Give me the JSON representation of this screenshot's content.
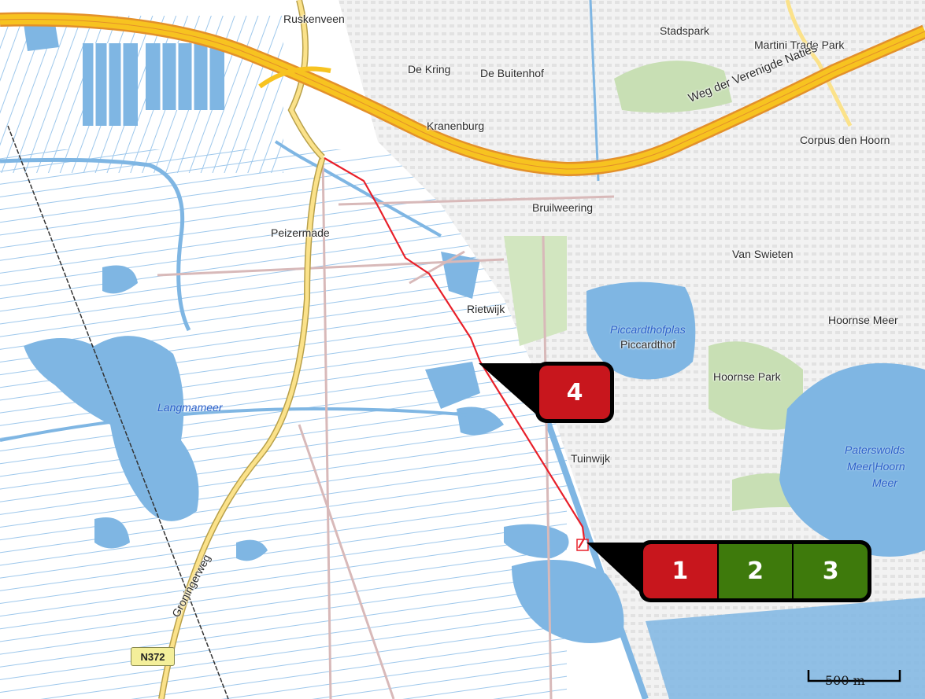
{
  "places": {
    "ruskenveen": "Ruskenveen",
    "stadspark": "Stadspark",
    "martini_trade_park": "Martini Trade Park",
    "de_kring": "De Kring",
    "de_buitenhof": "De Buitenhof",
    "kranenburg": "Kranenburg",
    "corpus_den_hoorn": "Corpus den Hoorn",
    "bruilweering": "Bruilweering",
    "peizermade": "Peizermade",
    "van_swieten": "Van Swieten",
    "rietwijk": "Rietwijk",
    "piccardthof": "Piccardthof",
    "hoornse_meer": "Hoornse Meer",
    "hoornse_park": "Hoornse Park",
    "tuinwijk": "Tuinwijk"
  },
  "water": {
    "piccardthofplas": "Piccardthofplas",
    "langmameer": "Langmameer",
    "paterswolds_1": "Paterswolds",
    "paterswolds_2": "Meer|Hoorn",
    "paterswolds_3": "Meer"
  },
  "roads": {
    "weg_der_verenigde_naties": "Weg der Verenigde Naties",
    "groningerweg": "Groningerweg",
    "n372": "N372"
  },
  "markers": {
    "top": [
      "4"
    ],
    "bottom": [
      "1",
      "2",
      "3"
    ]
  },
  "scale_bar": "500 m",
  "colors": {
    "water": "#7fb6e3",
    "motorway": "#f7c320",
    "motorway_edge": "#e3902a",
    "route": "#e8202a",
    "marker_red": "#c8161d",
    "marker_green": "#3e7a0c",
    "marker_border": "#000000",
    "green_area": "#c8dfb4"
  }
}
